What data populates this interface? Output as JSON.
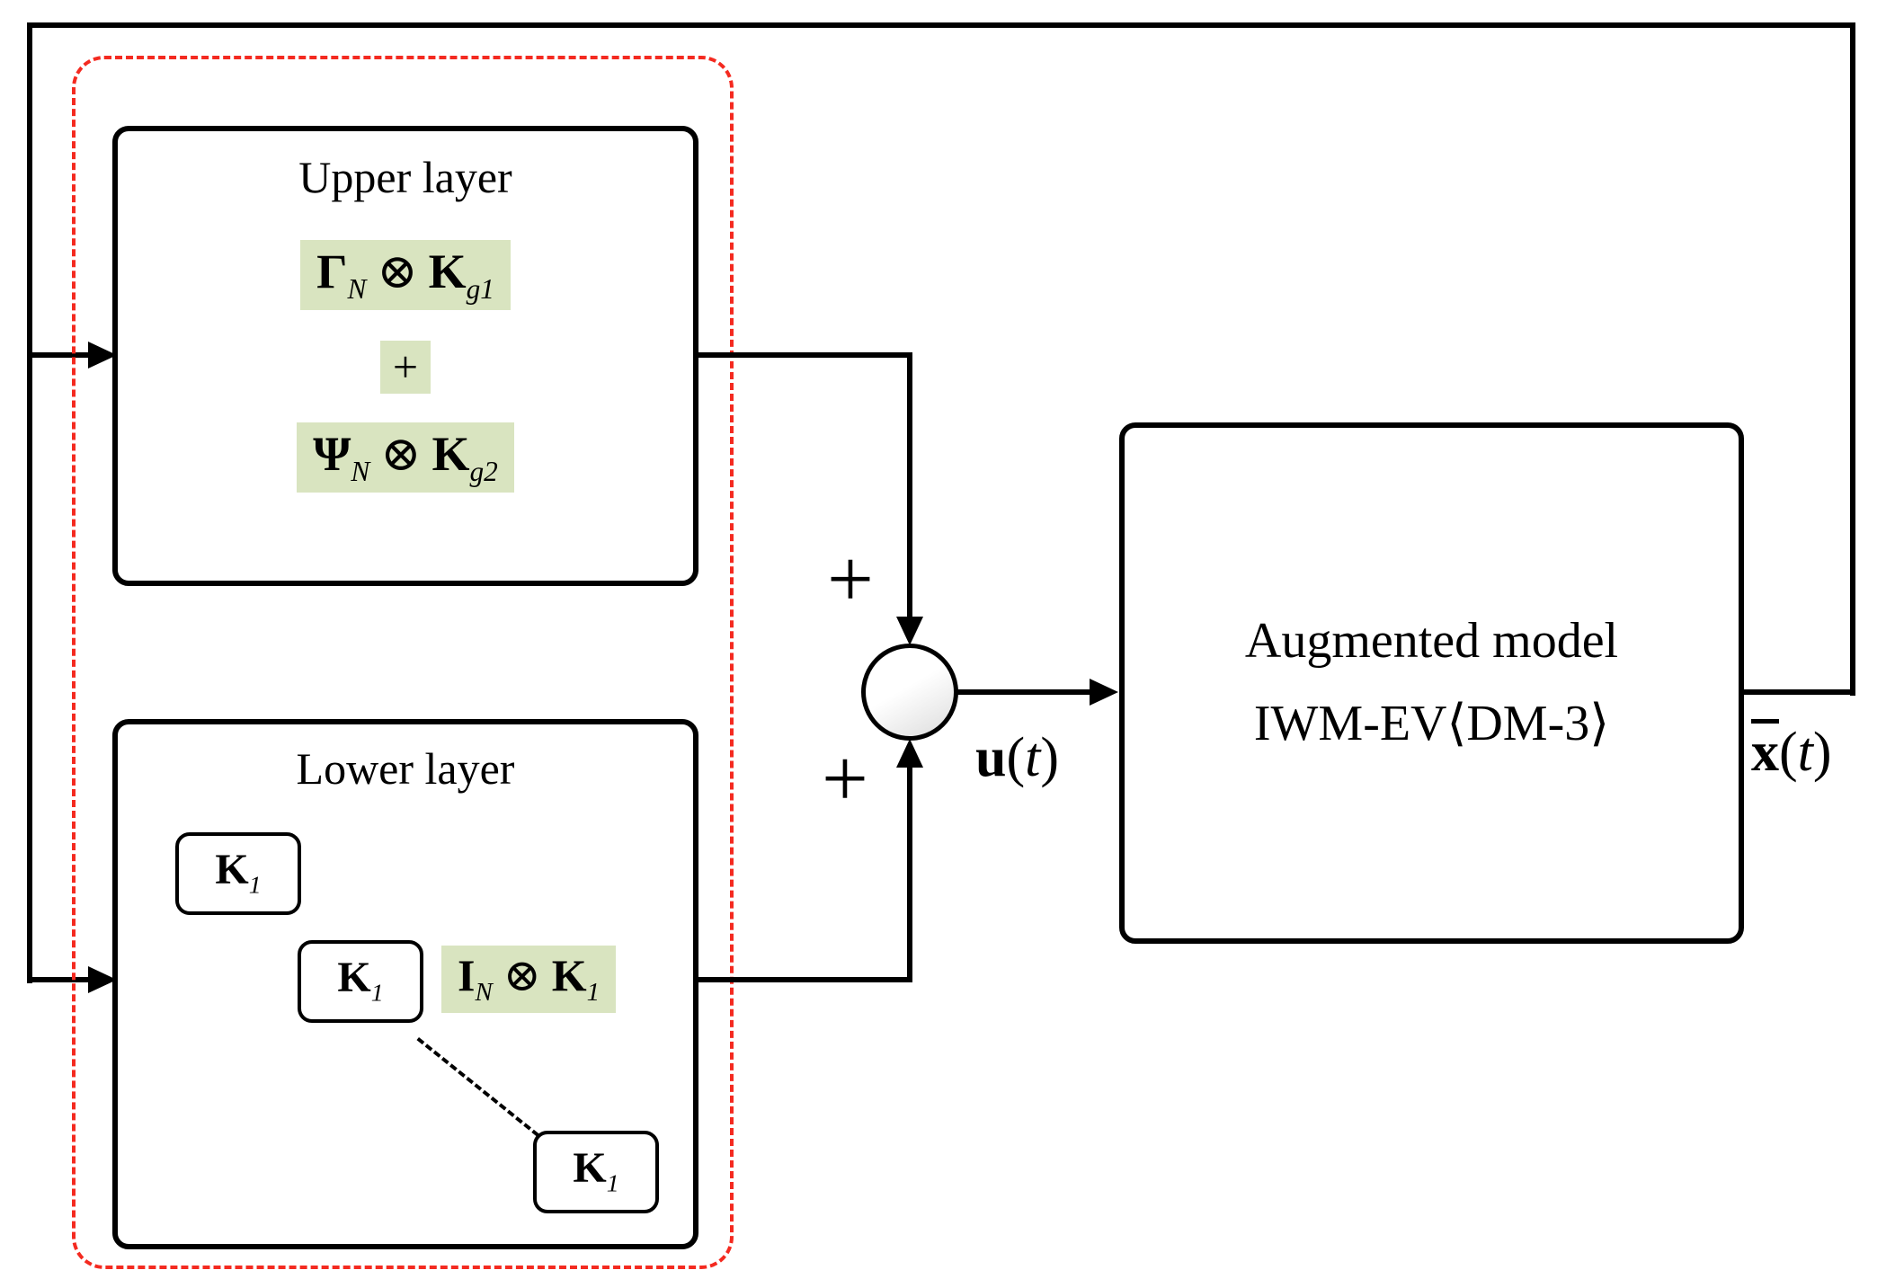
{
  "colors": {
    "highlight": "#d9e4c0",
    "controller_group_border": "#f42a20",
    "line": "#000000"
  },
  "upper_layer": {
    "title": "Upper layer",
    "formula1": {
      "a": "Γ",
      "a_sub": "N",
      "op": "⊗",
      "b": "K",
      "b_sub": "g1"
    },
    "plus": "+",
    "formula2": {
      "a": "Ψ",
      "a_sub": "N",
      "op": "⊗",
      "b": "K",
      "b_sub": "g2"
    }
  },
  "lower_layer": {
    "title": "Lower layer",
    "k1": {
      "sym": "K",
      "sub": "1"
    },
    "formula": {
      "a": "I",
      "a_sub": "N",
      "op": "⊗",
      "b": "K",
      "b_sub": "1"
    }
  },
  "summing_junction": {
    "sign_upper": "+",
    "sign_lower": "+"
  },
  "signals": {
    "u": {
      "sym": "u",
      "open": "(",
      "var": "t",
      "close": ")"
    },
    "x": {
      "sym": "x",
      "open": "(",
      "var": "t",
      "close": ")"
    }
  },
  "plant": {
    "line1": "Augmented model",
    "line2": "IWM-EV⟨DM-3⟩"
  }
}
